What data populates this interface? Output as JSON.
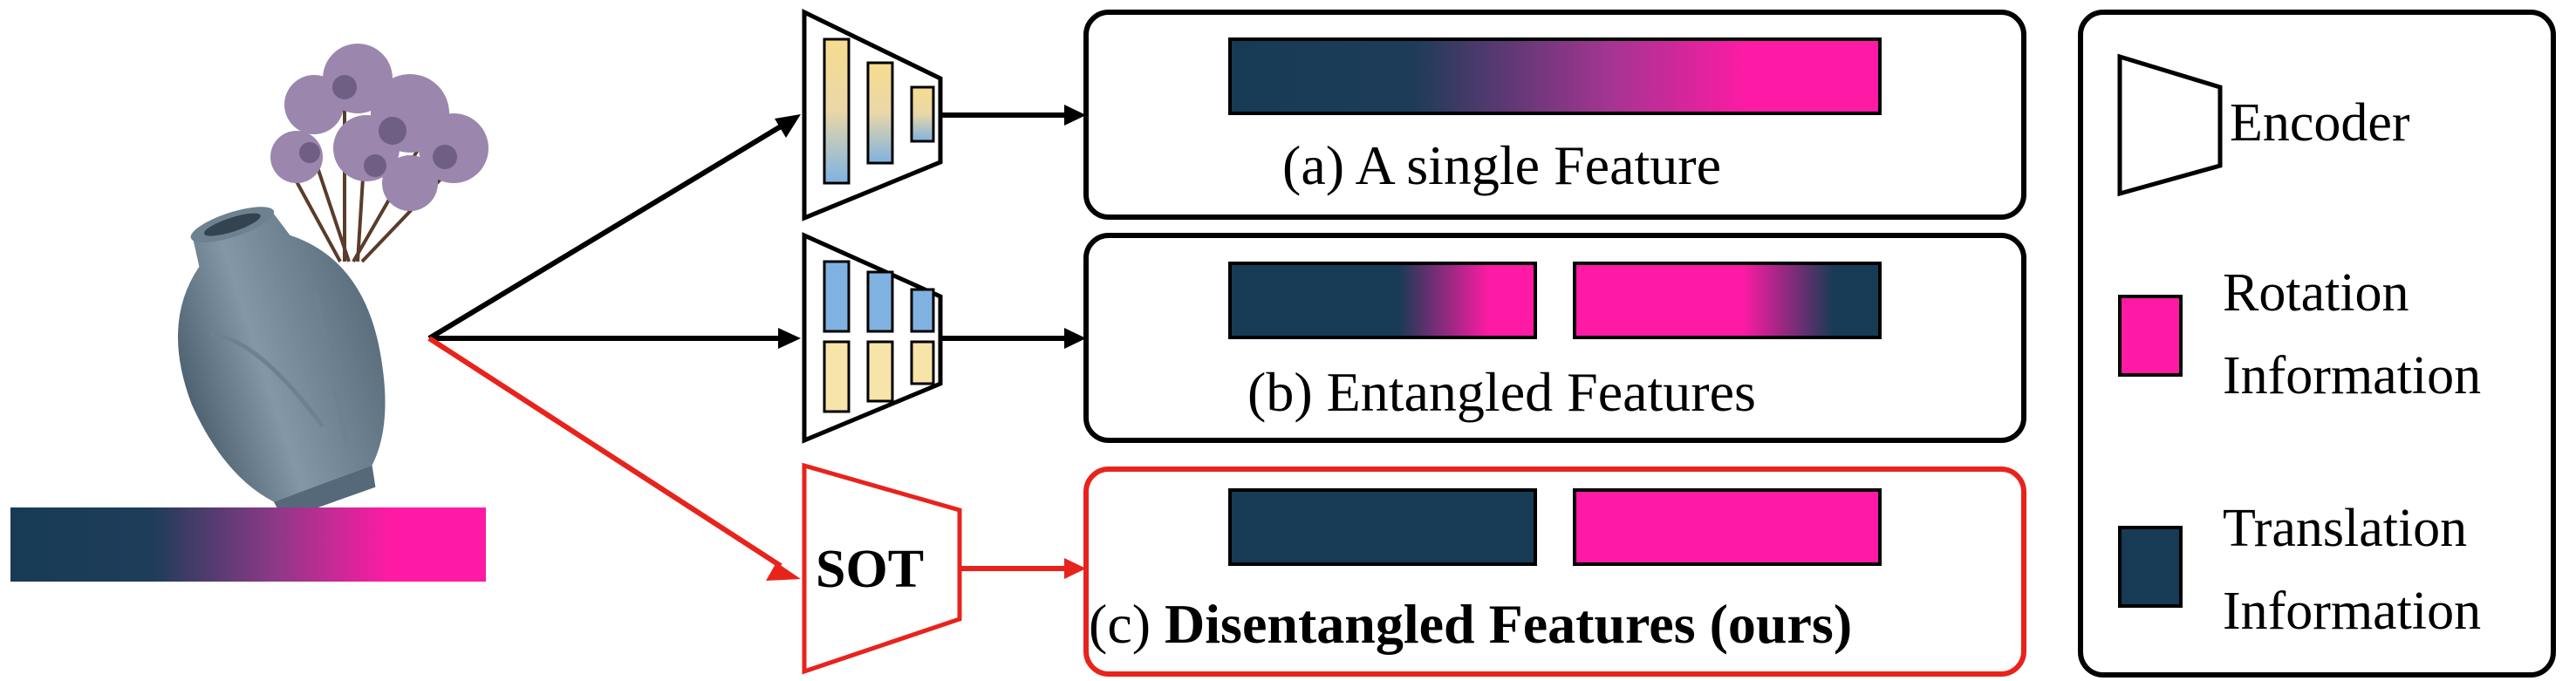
{
  "colors": {
    "rotation": "#ff1aa5",
    "translation": "#173b55",
    "highlight": "#e8231c",
    "outline": "#000000",
    "cnn_blue": "#7fb2e0",
    "cnn_yellow": "#f7dc8f"
  },
  "encoders": {
    "sot_label": "SOT"
  },
  "features": {
    "single_caption": "(a) A single Feature",
    "entangled_caption": "(b) Entangled Features",
    "disentangled_caption_prefix": "(c) ",
    "disentangled_caption_bold": "Disentangled Features (ours)"
  },
  "legend": {
    "encoder_label": "Encoder",
    "rotation_label_line1": "Rotation",
    "rotation_label_line2": "Information",
    "translation_label_line1": "Translation",
    "translation_label_line2": "Information"
  },
  "icons": {
    "input_image": "vase-with-flowers-icon"
  }
}
